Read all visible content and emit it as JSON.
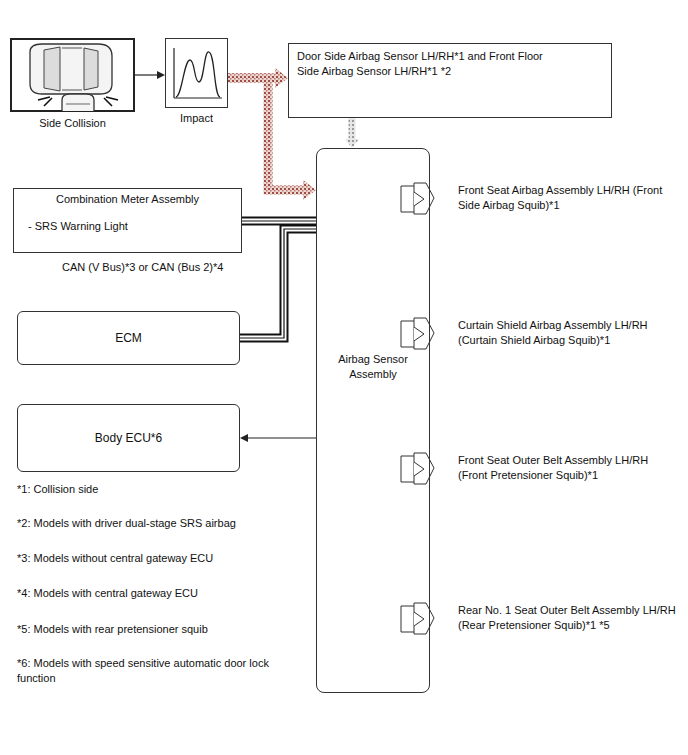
{
  "diagram": {
    "nodes": [
      {
        "text": [
          "Side Collision"
        ]
      },
      {
        "text": [
          "Impact"
        ]
      },
      {
        "text": [
          "Door Side Airbag Sensor LH/RH*1 and Front Floor Side Airbag Sensor LH/RH*1 *2"
        ]
      },
      {
        "text": [
          "Combination Meter Assembly",
          "- SRS Warning Light"
        ]
      },
      {
        "text": [
          "ECM"
        ]
      },
      {
        "text": [
          "Body ECU*6"
        ]
      },
      {
        "text": [
          "Airbag Sensor Assembly"
        ]
      }
    ],
    "edges": [
      {
        "from": 0,
        "to": 1,
        "arrow": "to"
      },
      {
        "from": 1,
        "to": 2,
        "arrow": "to"
      },
      {
        "from": 1,
        "to": 6,
        "arrow": "to"
      },
      {
        "from": 2,
        "to": 6,
        "arrow": "to"
      },
      {
        "from": 3,
        "to": 6,
        "arrow": "none"
      },
      {
        "from": 4,
        "to": 6,
        "arrow": "none"
      },
      {
        "from": 6,
        "to": 5,
        "arrow": "to"
      }
    ],
    "labels": [
      "Front Seat Airbag Assembly LH/RH (Front Side Airbag Squib)*1",
      "Curtain Shield Airbag Assembly LH/RH (Curtain Shield Airbag Squib)*1",
      "Front Seat Outer Belt Assembly LH/RH (Front Pretensioner Squib)*1",
      "Rear No. 1 Seat Outer Belt Assembly LH/RH (Rear Pretensioner Squib)*1 *5",
      "CAN (V Bus)*3 or CAN (Bus 2)*4",
      "*1: Collision side",
      "*2: Models with driver dual-stage SRS airbag",
      "*3: Models without central gateway ECU",
      "*4: Models with central gateway ECU",
      "*5: Models with rear pretensioner squib",
      "*6: Models with speed sensitive automatic door lock function"
    ]
  }
}
